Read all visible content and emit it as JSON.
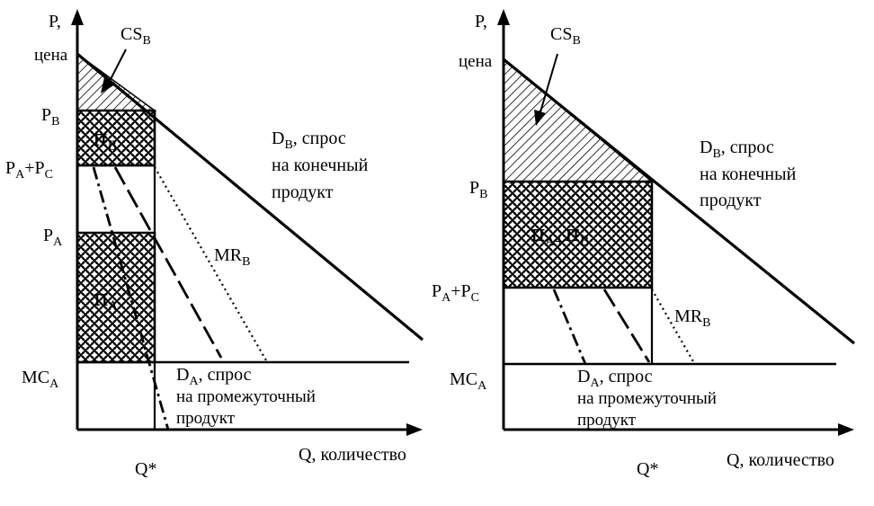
{
  "left": {
    "axis_y": "P,",
    "axis_y_sub": "цена",
    "axis_x": "Q, количество",
    "q_star": "Q*",
    "cs": "CS",
    "cs_sub": "B",
    "pb": "P",
    "pb_sub": "B",
    "pa_pc": "P",
    "pa_pc_sub1": "A",
    "pa_pc_plus": "+P",
    "pa_pc_sub2": "C",
    "pa": "P",
    "pa_sub": "A",
    "mca": "MC",
    "mca_sub": "A",
    "pi_b": "π",
    "pi_b_sub": "B",
    "pi_a": "π",
    "pi_a_sub": "A",
    "db_line1": "D",
    "db_sub": "B",
    "db_line1_rest": ", спрос",
    "db_line2": "на конечный",
    "db_line3": "продукт",
    "mrb": "MR",
    "mrb_sub": "B",
    "da_line1": "D",
    "da_sub": "A",
    "da_line1_rest": ", спрос",
    "da_line2": "на промежуточный",
    "da_line3": "продукт"
  },
  "right": {
    "axis_y": "P,",
    "axis_y_sub": "цена",
    "axis_x": "Q, количество",
    "q_star": "Q*",
    "cs": "CS",
    "cs_sub": "B",
    "pb": "P",
    "pb_sub": "B",
    "pa_pc": "P",
    "pa_pc_sub1": "A",
    "pa_pc_plus": "+P",
    "pa_pc_sub2": "C",
    "mca": "MC",
    "mca_sub": "A",
    "pi_ab": "π",
    "pi_ab_sub1": "A+",
    "pi_ab_mid": "π",
    "pi_ab_sub2": "B",
    "db_line1": "D",
    "db_sub": "B",
    "db_line1_rest": ", спрос",
    "db_line2": "на конечный",
    "db_line3": "продукт",
    "mrb": "MR",
    "mrb_sub": "B",
    "da_line1": "D",
    "da_sub": "A",
    "da_line1_rest": ", спрос",
    "da_line2": "на промежуточный",
    "da_line3": "продукт"
  }
}
